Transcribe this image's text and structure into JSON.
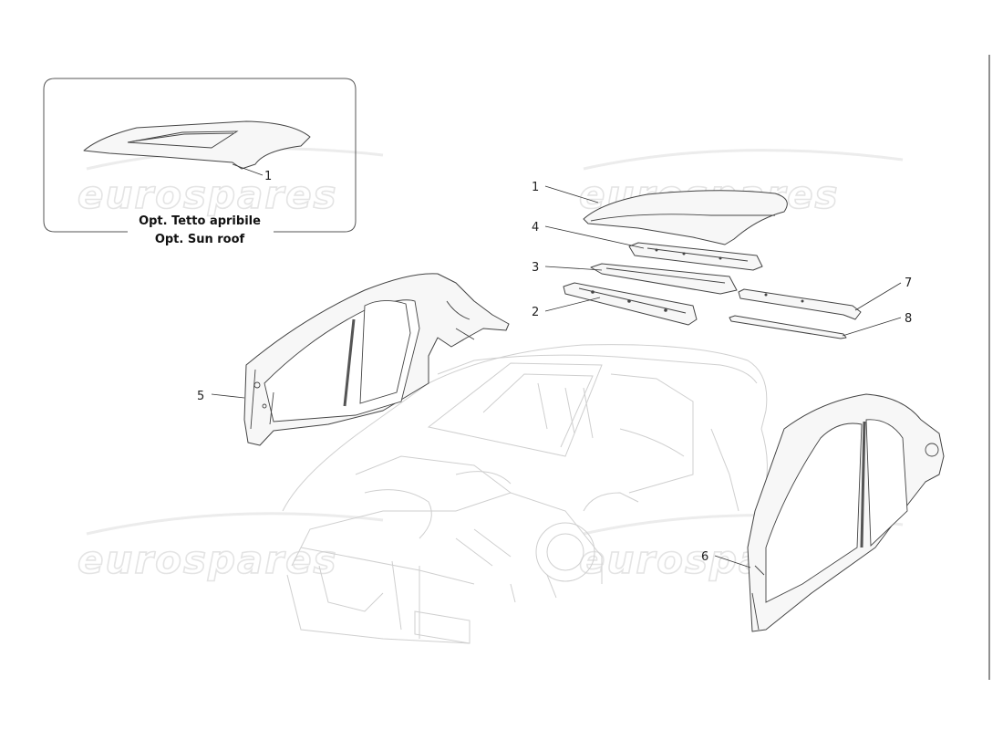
{
  "watermark": {
    "text": "eurospares"
  },
  "inset": {
    "caption_line1": "Opt. Tetto apribile",
    "caption_line2": "Opt. Sun roof",
    "callout": "1"
  },
  "callouts": {
    "c1": "1",
    "c4": "4",
    "c3": "3",
    "c2": "2",
    "c7": "7",
    "c8": "8",
    "c5": "5",
    "c6": "6"
  }
}
